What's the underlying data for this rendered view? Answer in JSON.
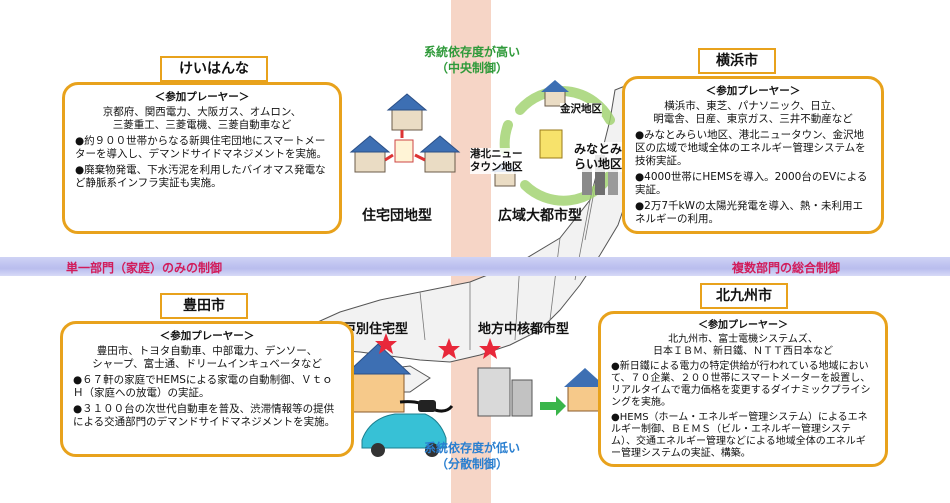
{
  "axes": {
    "top_line1": "系統依存度が高い",
    "top_line2": "（中央制御）",
    "bottom_line1": "系統依存度が低い",
    "bottom_line2": "（分散制御）",
    "left_label": "単一部門（家庭）のみの制御",
    "right_label": "複数部門の総合制御"
  },
  "types": {
    "residential_complex": "住宅団地型",
    "metropolitan": "広域大都市型",
    "detached_house": "戸別住宅型",
    "regional_city": "地方中核都市型"
  },
  "areas": {
    "kanazawa": "金沢地区",
    "kohoku": "港北ニュータウン地区",
    "minatomirai": "みなとみらい地区"
  },
  "cities": {
    "keihanna": {
      "title": "けいはんな",
      "header": "＜参加プレーヤー＞",
      "players": [
        "京都府、関西電力、大阪ガス、オムロン、",
        "三菱重工、三菱電機、三菱自動車など"
      ],
      "bullets": [
        "●約９００世帯からなる新興住宅団地にスマートメーターを導入し、デマンドサイドマネジメントを実施。",
        "●廃棄物発電、下水汚泥を利用したバイオマス発電など静脈系インフラ実証も実施。"
      ]
    },
    "yokohama": {
      "title": "横浜市",
      "header": "＜参加プレーヤー＞",
      "players": [
        "横浜市、東芝、パナソニック、日立、",
        "明電舎、日産、東京ガス、三井不動産など"
      ],
      "bullets": [
        "●みなとみらい地区、港北ニュータウン、金沢地区の広域で地域全体のエネルギー管理システムを技術実証。",
        "●4000世帯にHEMSを導入。2000台のEVによる実証。",
        "●2万7千kWの太陽光発電を導入、熱・未利用エネルギーの利用。"
      ]
    },
    "toyota": {
      "title": "豊田市",
      "header": "＜参加プレーヤー＞",
      "players": [
        "豊田市、トヨタ自動車、中部電力、デンソー、",
        "シャープ、富士通、ドリームインキュベータなど"
      ],
      "bullets": [
        "●６７軒の家庭でHEMSによる家電の自動制御、ＶｔｏＨ（家庭への放電）の実証。",
        "●３１００台の次世代自動車を普及、渋滞情報等の提供による交通部門のデマンドサイドマネジメントを実施。"
      ]
    },
    "kitakyushu": {
      "title": "北九州市",
      "header": "＜参加プレーヤー＞",
      "players": [
        "北九州市、富士電機システムズ、",
        "日本ＩＢＭ、新日鐵、ＮＴＴ西日本など"
      ],
      "bullets": [
        "●新日鐵による電力の特定供給が行われている地域において、７０企業、２００世帯にスマートメーターを設置し、リアルタイムで電力価格を変更するダイナミックプライシングを実施。",
        "●HEMS（ホーム・エネルギー管理システム）によるエネルギー制御、ＢＥＭＳ（ビル・エネルギー管理システム）、交通エネルギー管理などによる地域全体のエネルギー管理システムの実証、構築。"
      ]
    }
  },
  "colors": {
    "panel_border": "#e8a21c",
    "band_vertical": "#f3c7b3",
    "band_horizontal": "#c4c8f2",
    "axis_label": "#d11c5b",
    "top_label": "#2f9a3a",
    "bottom_label": "#2a7fd0",
    "star": "#e8283a"
  }
}
